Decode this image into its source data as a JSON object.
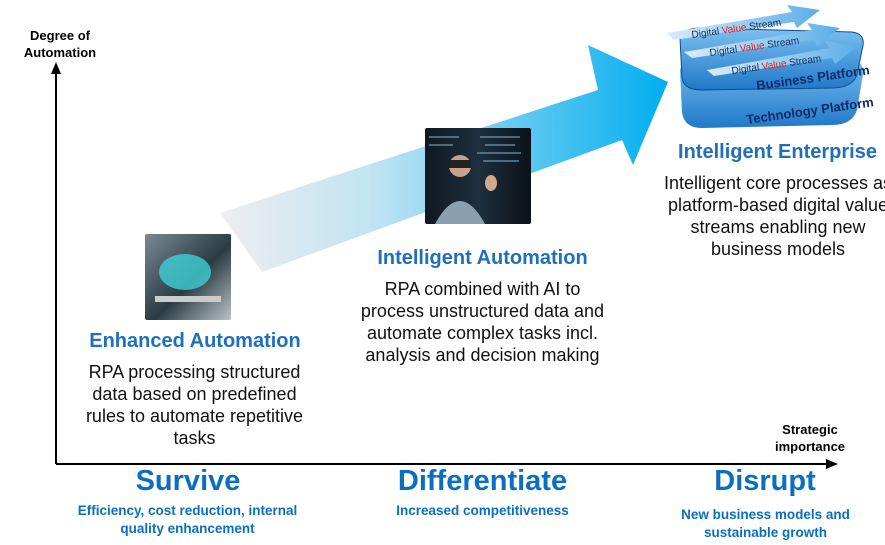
{
  "axes": {
    "y_label": "Degree of Automation",
    "x_label": "Strategic importance"
  },
  "stages": [
    {
      "title": "Enhanced Automation",
      "description": "RPA processing structured data based on predefined rules to automate repetitive tasks"
    },
    {
      "title": "Intelligent Automation",
      "description": "RPA combined with AI to process unstructured data and automate complex tasks incl. analysis and decision making"
    },
    {
      "title": "Intelligent Enterprise",
      "description": "Intelligent core processes as platform-based digital value streams enabling new business models"
    }
  ],
  "phases": [
    {
      "title": "Survive",
      "subtitle": "Efficiency, cost reduction, internal quality enhancement"
    },
    {
      "title": "Differentiate",
      "subtitle": "Increased competitiveness"
    },
    {
      "title": "Disrupt",
      "subtitle": "New business models and sustainable growth"
    }
  ],
  "platform_graphic": {
    "streams": [
      {
        "prefix": "Digital ",
        "highlight": "Value",
        "suffix": " Stream"
      },
      {
        "prefix": "Digital ",
        "highlight": "Value",
        "suffix": " Stream"
      },
      {
        "prefix": "Digital ",
        "highlight": "Value",
        "suffix": " Stream"
      }
    ],
    "business_platform": "Business Platform",
    "technology_platform": "Technology Platform"
  },
  "colors": {
    "accent": "#1f6fba",
    "arrow": "#00aef0",
    "highlight": "#e0201b"
  }
}
